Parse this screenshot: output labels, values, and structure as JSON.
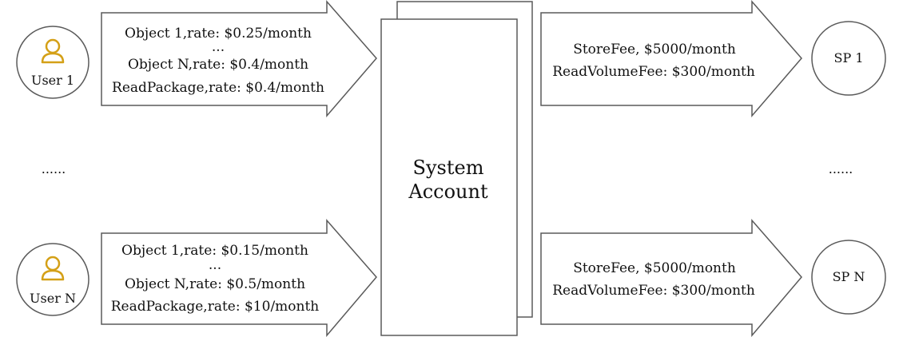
{
  "users": [
    {
      "label": "User 1",
      "rates": [
        "Object 1,rate: $0.25/month",
        "...",
        "Object N,rate: $0.4/month",
        "ReadPackage,rate: $0.4/month"
      ]
    },
    {
      "label": "User N",
      "rates": [
        "Object 1,rate: $0.15/month",
        "...",
        "Object N,rate: $0.5/month",
        "ReadPackage,rate: $10/month"
      ]
    }
  ],
  "system_account": {
    "line1": "System",
    "line2": "Account"
  },
  "providers": [
    {
      "label": "SP 1",
      "fees": [
        "StoreFee, $5000/month",
        "ReadVolumeFee: $300/month"
      ]
    },
    {
      "label": "SP N",
      "fees": [
        "StoreFee, $5000/month",
        "ReadVolumeFee: $300/month"
      ]
    }
  ],
  "ellipsis_left": "......",
  "ellipsis_right": "......",
  "colors": {
    "outline": "#5a5a5a",
    "user_icon": "#d4a017"
  }
}
